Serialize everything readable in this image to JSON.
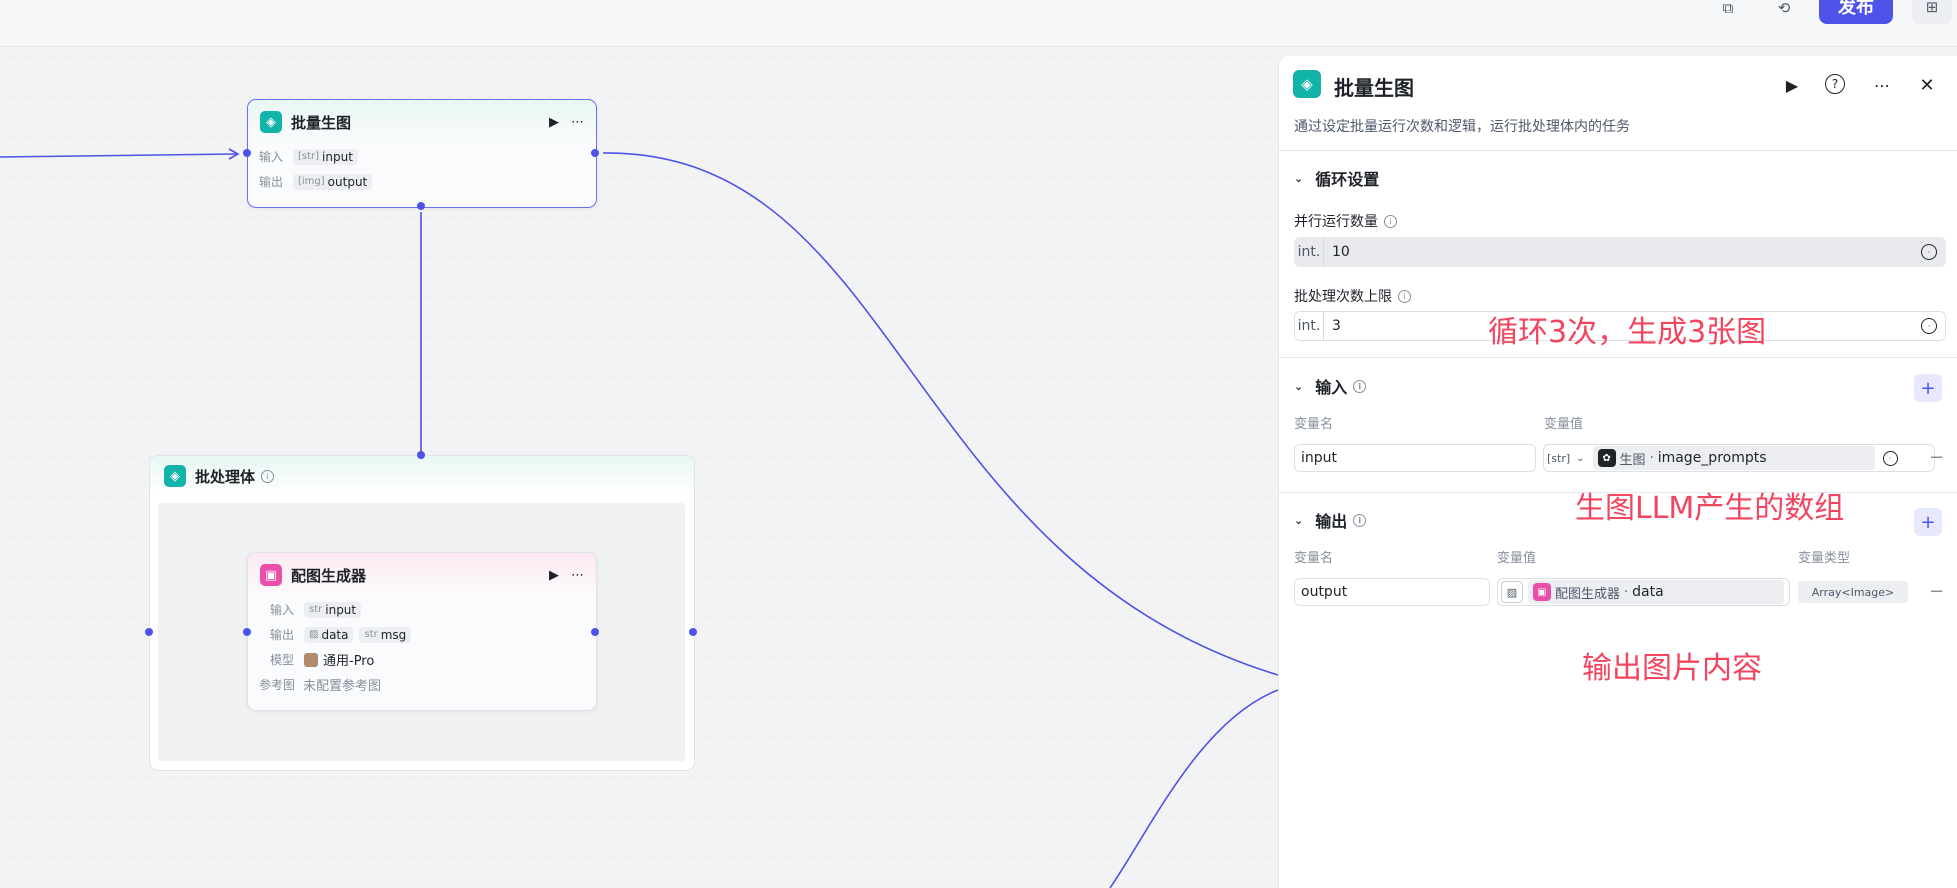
{
  "toolbar": {
    "copy_icon": "copy-icon",
    "history_icon": "history-icon",
    "publish_label": "发布",
    "extra_icon": "add-window-icon"
  },
  "colors": {
    "accent": "#4d53e8",
    "teal": "#12b3a8",
    "pink": "#e94fa9",
    "annotation": "#f2455f"
  },
  "canvas": {
    "batch_node": {
      "title": "批量生图",
      "rows": [
        {
          "label": "输入",
          "chip_type": "[str]",
          "chip_value": "input"
        },
        {
          "label": "输出",
          "chip_type": "[img]",
          "chip_value": "output"
        }
      ]
    },
    "loop_body": {
      "title": "批处理体"
    },
    "image_node": {
      "title": "配图生成器",
      "input_label": "输入",
      "input_type": "str",
      "input_value": "input",
      "output_label": "输出",
      "output_chips": [
        {
          "type": "img",
          "value": "data"
        },
        {
          "type": "str",
          "value": "msg"
        }
      ],
      "model_label": "模型",
      "model_value": "通用-Pro",
      "ref_label": "参考图",
      "ref_value": "未配置参考图"
    }
  },
  "panel": {
    "title": "批量生图",
    "description": "通过设定批量运行次数和逻辑，运行批处理体内的任务",
    "loop_section": {
      "title": "循环设置",
      "parallel_label": "并行运行数量",
      "parallel_prefix": "int.",
      "parallel_value": "10",
      "limit_label": "批处理次数上限",
      "limit_prefix": "int.",
      "limit_value": "3"
    },
    "input_section": {
      "title": "输入",
      "col_name": "变量名",
      "col_value": "变量值",
      "var_name": "input",
      "var_type_tag": "[str]",
      "ref_source": "生图",
      "ref_field": "image_prompts"
    },
    "output_section": {
      "title": "输出",
      "col_name": "变量名",
      "col_value": "变量值",
      "col_type": "变量类型",
      "var_name": "output",
      "ref_source": "配图生成器",
      "ref_field": "data",
      "type_badge": "Array<Image>"
    }
  },
  "annotations": {
    "loop_note": "循环3次，生成3张图",
    "input_note": "生图LLM产生的数组",
    "output_note": "输出图片内容"
  }
}
